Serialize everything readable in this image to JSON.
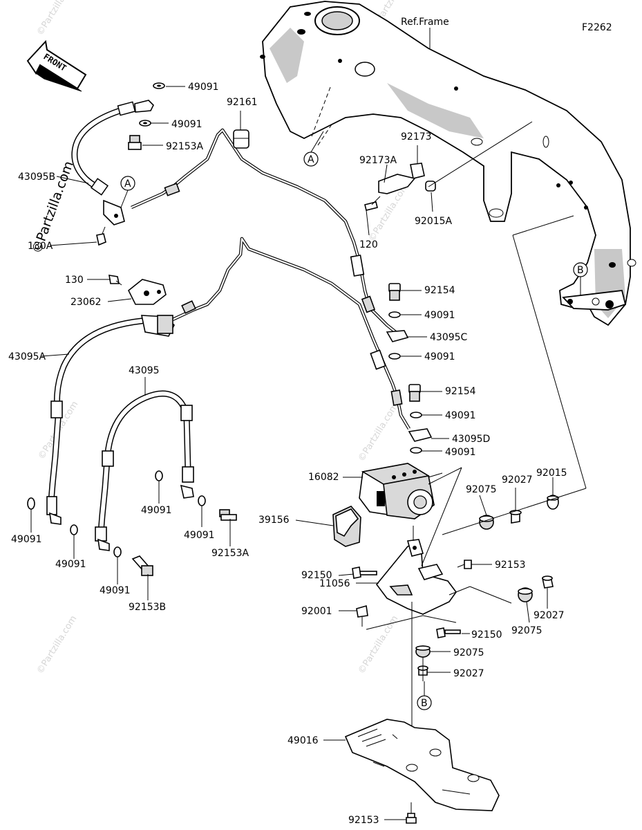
{
  "diagram": {
    "figure_code": "F2262",
    "frame_ref": "Ref.Frame",
    "front_label": "FRONT",
    "watermark": "©Partzilla.com",
    "callouts": {
      "A": "A",
      "B": "B"
    },
    "labels": {
      "p49091_1": "49091",
      "p49091_2": "49091",
      "p92153A_1": "92153A",
      "p43095B": "43095B",
      "p130A": "130A",
      "p92161": "92161",
      "p92173": "92173",
      "p92173A": "92173A",
      "p92015A": "92015A",
      "p120": "120",
      "p130": "130",
      "p23062": "23062",
      "p92154_1": "92154",
      "p49091_3": "49091",
      "p43095C": "43095C",
      "p49091_4": "49091",
      "p43095A": "43095A",
      "p43095": "43095",
      "p92154_2": "92154",
      "p49091_5": "49091",
      "p43095D": "43095D",
      "p49091_6": "49091",
      "p16082": "16082",
      "p92075_1": "92075",
      "p92027_1": "92027",
      "p92015": "92015",
      "p39156": "39156",
      "p49091_7": "49091",
      "p49091_8": "49091",
      "p92153A_2": "92153A",
      "p49091_9": "49091",
      "p49091_10": "49091",
      "p49091_11": "49091",
      "p92153B": "92153B",
      "p92150_1": "92150",
      "p92153_1": "92153",
      "p11056": "11056",
      "p92027_2": "92027",
      "p92075_2": "92075",
      "p92001": "92001",
      "p92150_2": "92150",
      "p92075_3": "92075",
      "p92027_3": "92027",
      "p49016": "49016",
      "p92153_2": "92153"
    }
  }
}
